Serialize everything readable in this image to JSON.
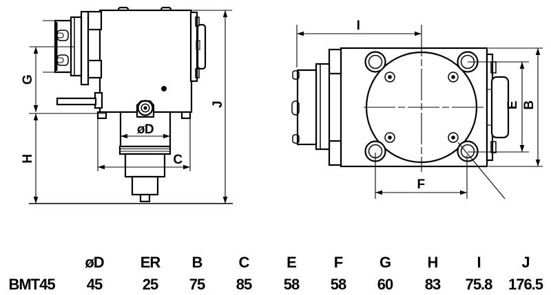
{
  "colors": {
    "line": "#000000",
    "background": "#ffffff"
  },
  "side_view": {
    "labels": {
      "g": "G",
      "h": "H",
      "j": "J",
      "d": "øD",
      "c": "C"
    }
  },
  "front_view": {
    "labels": {
      "i": "I",
      "e": "E",
      "b": "B",
      "f": "F"
    }
  },
  "table": {
    "row_label": "BMT45",
    "headers": [
      "øD",
      "ER",
      "B",
      "C",
      "E",
      "F",
      "G",
      "H",
      "I",
      "J"
    ],
    "values": [
      "45",
      "25",
      "75",
      "85",
      "58",
      "58",
      "60",
      "83",
      "75.8",
      "176.5"
    ]
  }
}
